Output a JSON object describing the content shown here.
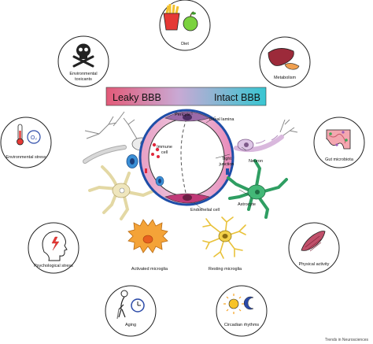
{
  "banner": {
    "left_label": "Leaky BBB",
    "right_label": "Intact BBB",
    "left_color": "#e35a78",
    "right_color": "#38c6d2"
  },
  "factors": [
    {
      "id": "diet",
      "label": "Diet",
      "icon": "fries-and-apple-icon"
    },
    {
      "id": "metabolism",
      "label": "Metabolism",
      "icon": "liver-pancreas-icon"
    },
    {
      "id": "gut",
      "label": "Gut microbiota",
      "icon": "intestine-icon"
    },
    {
      "id": "activity",
      "label": "Physical activity",
      "icon": "muscle-icon"
    },
    {
      "id": "circadian",
      "label": "Circadian rhythms",
      "icon": "sun-moon-icon"
    },
    {
      "id": "aging",
      "label": "Aging",
      "icon": "elderly-clock-icon"
    },
    {
      "id": "psych",
      "label": "Psychological stress",
      "icon": "head-lightning-icon"
    },
    {
      "id": "envstress",
      "label": "Environmental stress",
      "icon": "thermometer-o2-icon"
    },
    {
      "id": "toxicants",
      "label_line1": "Environmental",
      "label_line2": "toxicants",
      "icon": "skull-crossbones-icon"
    }
  ],
  "center": {
    "pericyte": "Pericyte",
    "basal_lamina": "Basal lamina",
    "immune_cell_line1": "Immune",
    "immune_cell_line2": "cell",
    "tight_junction_line1": "Tight",
    "tight_junction_line2": "junction",
    "neuron": "Neuron",
    "endothelial_cell": "Endothelial cell",
    "astrocyte": "Astrocyte",
    "activated_microglia": "Activated microglia",
    "resting_microglia": "Resting microglia"
  },
  "credit": "Trends in Neurosciences"
}
